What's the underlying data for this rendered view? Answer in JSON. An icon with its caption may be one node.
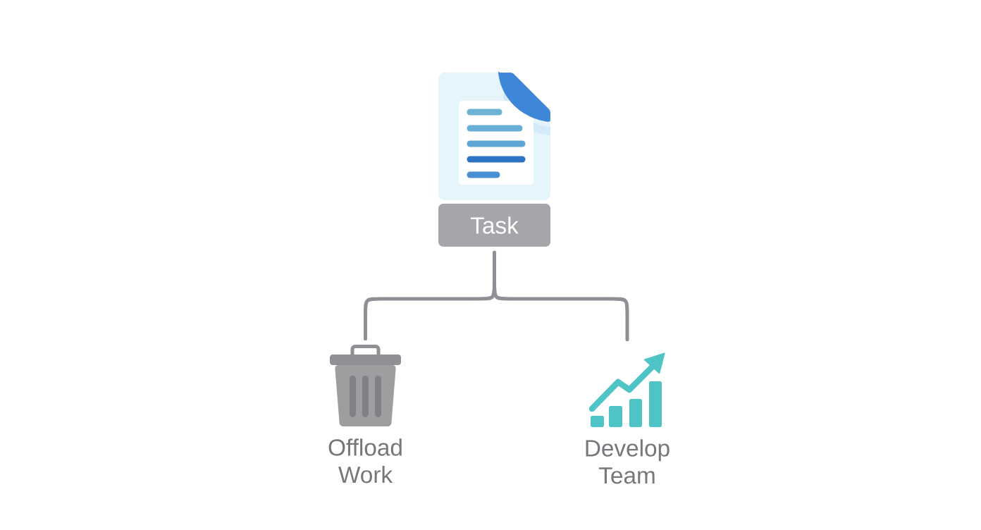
{
  "diagram": {
    "nodes": [
      {
        "text": [
          "Task"
        ]
      },
      {
        "text": [],
        "shape": "picture",
        "beside": [
          "Offload Work"
        ]
      },
      {
        "text": [],
        "shape": "picture",
        "beside": [
          "Develop Team"
        ]
      }
    ],
    "edges": [
      {
        "from": 0,
        "to": 1,
        "arrow": "none"
      },
      {
        "from": 0,
        "to": 2,
        "arrow": "none"
      }
    ]
  }
}
